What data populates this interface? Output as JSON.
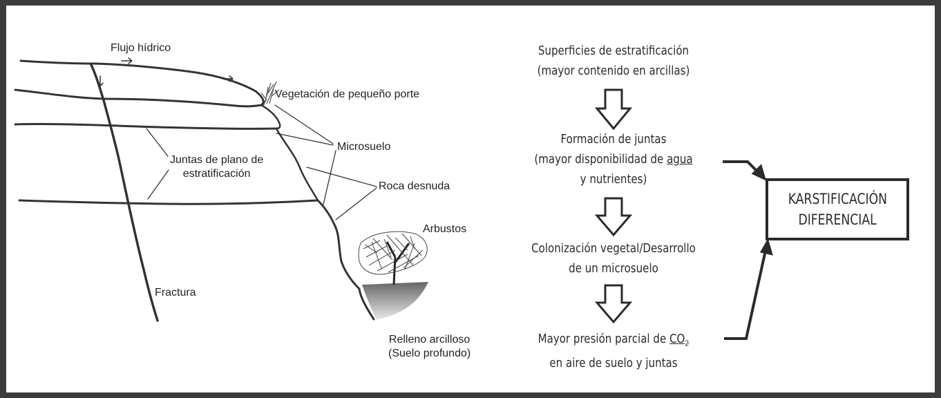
{
  "diagram": {
    "labels": {
      "flujo": "Flujo hídrico",
      "vegetacion": "Vegetación de pequeño porte",
      "microsuelo": "Microsuelo",
      "juntas_1": "Juntas de plano de",
      "juntas_2": "estratificación",
      "roca": "Roca desnuda",
      "arbustos": "Arbustos",
      "fractura": "Fractura",
      "relleno_1": "Relleno arcilloso",
      "relleno_2": "(Suelo profundo)"
    }
  },
  "flow": {
    "step1_line1": "Superficies de estratificación",
    "step1_line2": "(mayor contenido en arcillas)",
    "step2_line1": "Formación de juntas",
    "step2_line2_pre": "(mayor disponibilidad de ",
    "step2_line2_u": "agua",
    "step2_line3": "y nutrientes)",
    "step3_line1": "Colonización vegetal/Desarrollo",
    "step3_line2": "de un microsuelo",
    "step4_line1_pre": "Mayor presión parcial de ",
    "step4_co": "CO",
    "step4_sub": "2",
    "step4_line2": "en aire de suelo y juntas"
  },
  "result": {
    "line1": "KARSTIFICACIÓN",
    "line2": "DIFERENCIAL"
  }
}
